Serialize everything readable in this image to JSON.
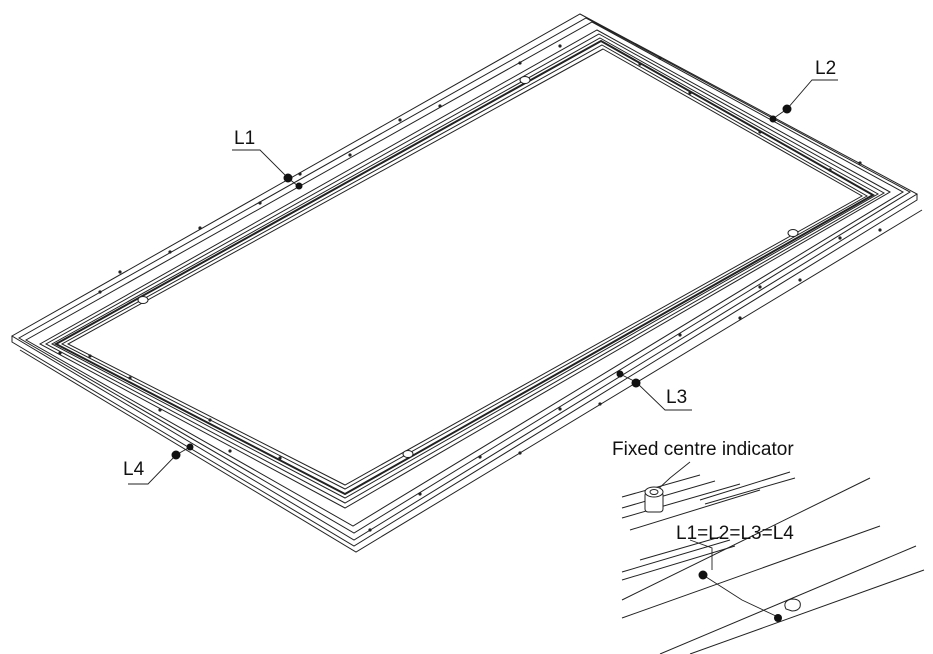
{
  "labels": {
    "l1": "L1",
    "l2": "L2",
    "l3": "L3",
    "l4": "L4"
  },
  "detail": {
    "title": "Fixed centre indicator",
    "equation": "L1=L2=L3=L4"
  },
  "colors": {
    "line": "#222222",
    "background": "#ffffff"
  }
}
